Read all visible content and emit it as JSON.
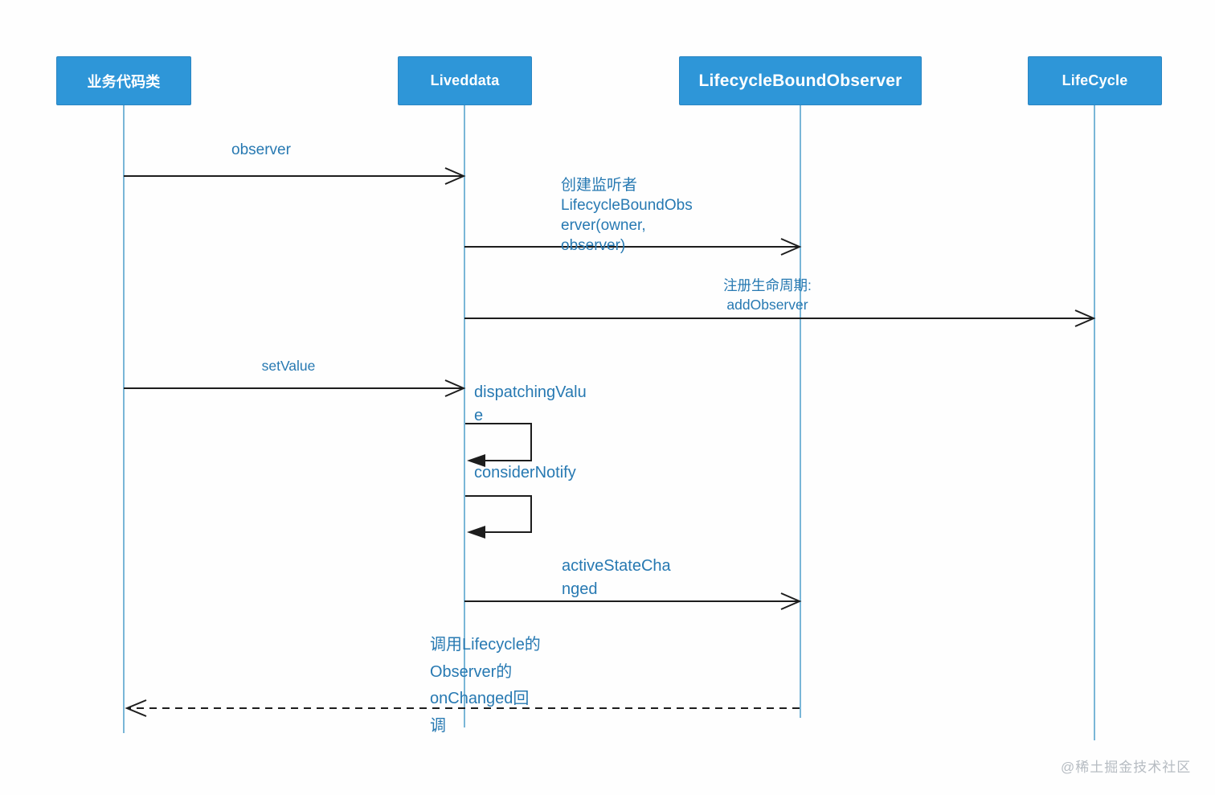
{
  "diagram_title": "LiveData observer sequence diagram",
  "colors": {
    "actor_fill": "#2e96d8",
    "actor_border": "#2a85c2",
    "lifeline": "#58a4cd",
    "arrow": "#1d1d1d",
    "label_text": "#2779b2",
    "watermark_text": "#b6bcc2"
  },
  "actors": [
    {
      "label": "业务代码类"
    },
    {
      "label": "Liveddata"
    },
    {
      "label": "LifecycleBoundObserver"
    },
    {
      "label": "LifeCycle"
    }
  ],
  "messages": {
    "observer": {
      "label": "observer",
      "from": "业务代码类",
      "to": "Liveddata",
      "style": "solid"
    },
    "create_listener": {
      "label": "创建监听者\nLifecycleBoundObs\nerver(owner,\nobserver)",
      "from": "Liveddata",
      "to": "LifecycleBoundObserver",
      "style": "solid"
    },
    "register_lifecycle": {
      "label": "注册生命周期:\naddObserver",
      "from": "Liveddata",
      "to": "LifeCycle",
      "style": "solid"
    },
    "set_value": {
      "label": "setValue",
      "from": "业务代码类",
      "to": "Liveddata",
      "style": "solid"
    },
    "dispatching_value": {
      "label": "dispatchingValu\ne",
      "from": "Liveddata",
      "to": "Liveddata",
      "style": "self"
    },
    "consider_notify": {
      "label": "considerNotify",
      "from": "Liveddata",
      "to": "Liveddata",
      "style": "self"
    },
    "active_state_changed": {
      "label": "activeStateCha\nnged",
      "from": "Liveddata",
      "to": "LifecycleBoundObserver",
      "style": "solid"
    },
    "on_changed_callback": {
      "label": "调用Lifecycle的\nObserver的\nonChanged回\n调",
      "from": "LifecycleBoundObserver",
      "to": "业务代码类",
      "style": "dashed"
    }
  },
  "watermark": "@稀土掘金技术社区"
}
